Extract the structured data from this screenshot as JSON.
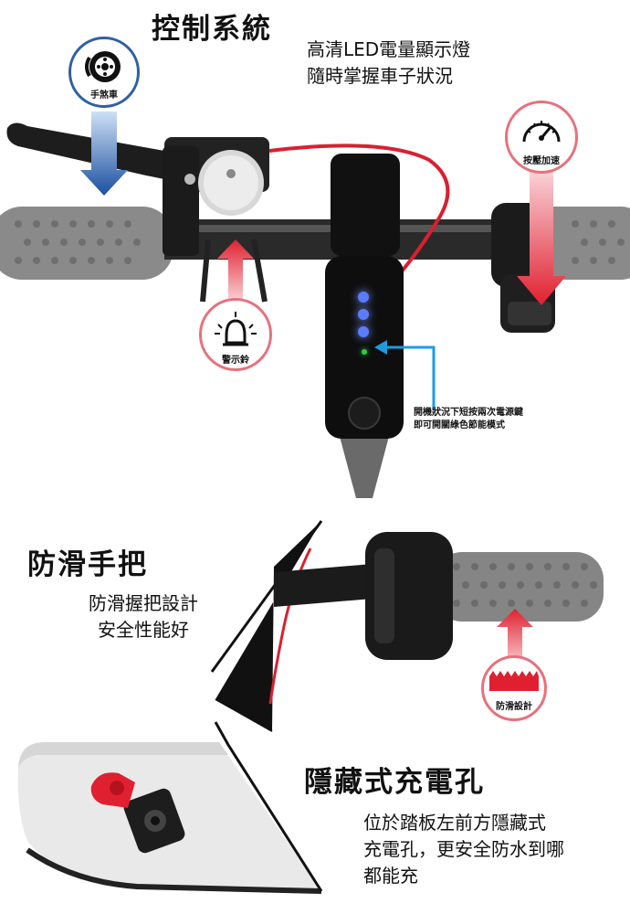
{
  "control": {
    "title": "控制系統",
    "desc_lines": [
      "高清LED電量顯示燈",
      "隨時掌握車子狀況"
    ],
    "badges": {
      "brake": "手煞車",
      "accelerator": "按壓加速",
      "bell": "警示鈴"
    },
    "eco_note_lines": [
      "開機狀況下短按兩次電源鍵",
      "即可開關綠色節能模式"
    ]
  },
  "grip": {
    "title": "防滑手把",
    "desc_lines": [
      "防滑握把設計",
      "安全性能好"
    ],
    "badge": "防滑設計"
  },
  "charge": {
    "title": "隱藏式充電孔",
    "desc_lines": [
      "位於踏板左前方隱藏式",
      "充電孔，更安全防水到哪",
      "都能充"
    ]
  },
  "colors": {
    "brake_arrow": "#1a4fa0",
    "red_accent": "#e02030",
    "eco_arrow": "#1e9be0",
    "led_blue": "#5a7cff",
    "led_green": "#2ecc40"
  }
}
